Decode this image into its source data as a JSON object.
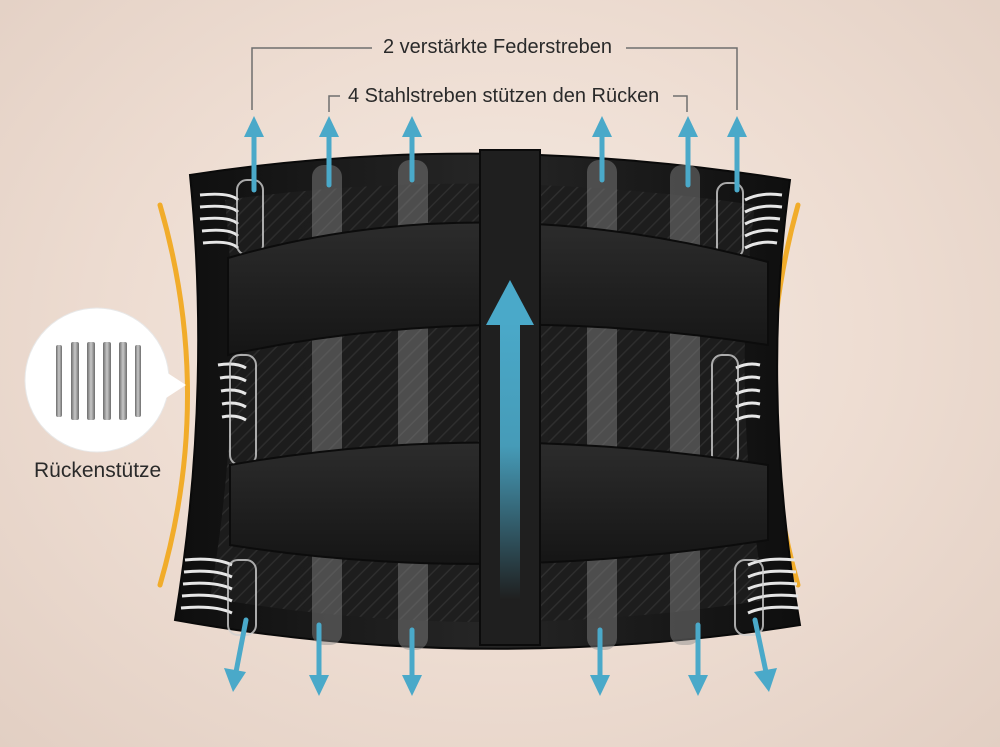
{
  "annotations": {
    "spring_struts": "2 verstärkte Federstreben",
    "steel_struts": "4 Stahlstreben stützen den Rücken",
    "back_support": "Rückenstütze"
  },
  "colors": {
    "background": "#f0e2d8",
    "belt": "#1b1b1b",
    "arrow": "#4aa9c9",
    "curve_accent": "#f1ac2a",
    "annotation_line": "#6e6e6e",
    "strut": "#bdbdbd"
  }
}
